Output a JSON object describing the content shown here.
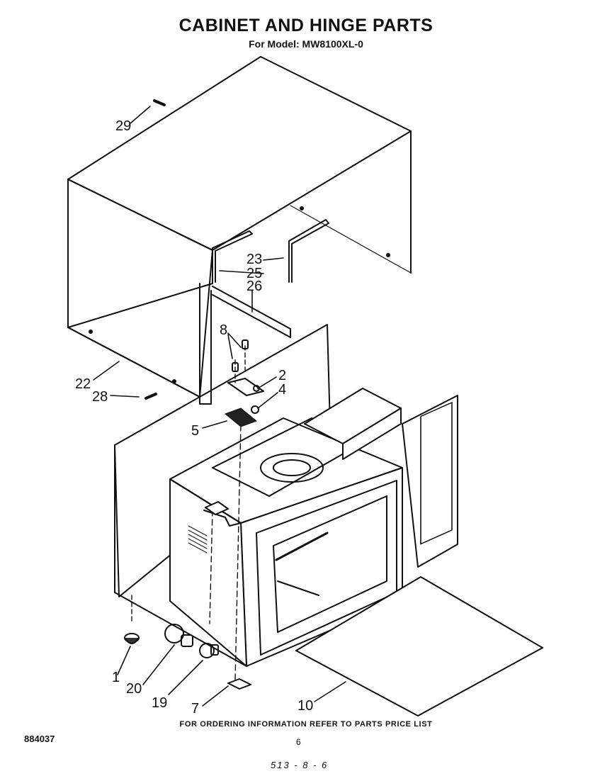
{
  "header": {
    "title": "CABINET AND HINGE PARTS",
    "subtitle": "For Model: MW8100XL-0"
  },
  "footer": {
    "ordering_note": "FOR ORDERING INFORMATION REFER TO PARTS PRICE LIST",
    "document_number": "884037",
    "page_number": "6",
    "handwritten_stamp": "513 - 8 - 6"
  },
  "callouts": {
    "c1": "1",
    "c2": "2",
    "c4": "4",
    "c5": "5",
    "c7": "7",
    "c8": "8",
    "c10": "10",
    "c19": "19",
    "c20": "20",
    "c22": "22",
    "c23": "23",
    "c25": "25",
    "c26": "26",
    "c28": "28",
    "c29": "29"
  }
}
